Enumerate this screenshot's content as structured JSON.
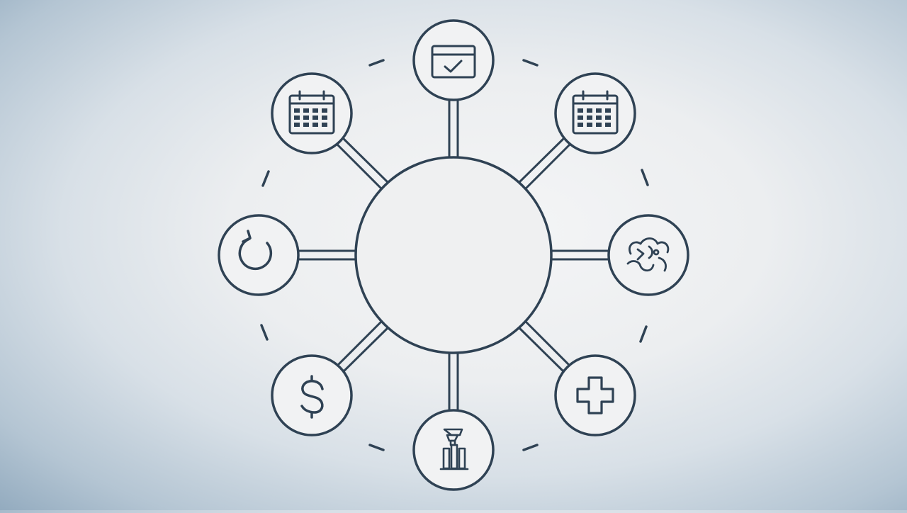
{
  "diagram": {
    "colors": {
      "ink": "#2f4254",
      "node_fill": "#f1f2f3",
      "background_center": "#f0f1f2",
      "background_edge": "#93abbf"
    },
    "hub": {
      "label": ""
    },
    "nodes": [
      {
        "name": "node-top",
        "icon": "calendar-check-icon"
      },
      {
        "name": "node-top-right",
        "icon": "calendar-icon"
      },
      {
        "name": "node-right",
        "icon": "scribble-icon"
      },
      {
        "name": "node-bottom-right",
        "icon": "plus-cross-icon"
      },
      {
        "name": "node-bottom",
        "icon": "building-icon"
      },
      {
        "name": "node-bottom-left",
        "icon": "dollar-icon"
      },
      {
        "name": "node-left",
        "icon": "refresh-icon"
      },
      {
        "name": "node-top-left",
        "icon": "calendar-icon"
      }
    ]
  }
}
